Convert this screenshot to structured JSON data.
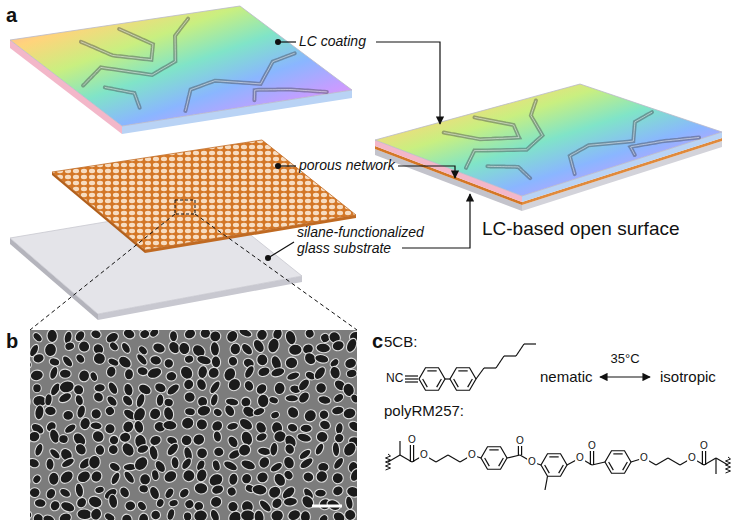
{
  "diagram": {
    "labels": [
      "a",
      "LC coating",
      "porous network",
      "silane-functionalized glass substrate",
      "LC-based open surface",
      "b",
      "c",
      "5CB:",
      "NC",
      "nematic",
      "35°C",
      "isotropic",
      "polyRM257:",
      "O",
      "O",
      "O",
      "O",
      "O",
      "O",
      "O",
      "O",
      "O",
      "O"
    ]
  }
}
